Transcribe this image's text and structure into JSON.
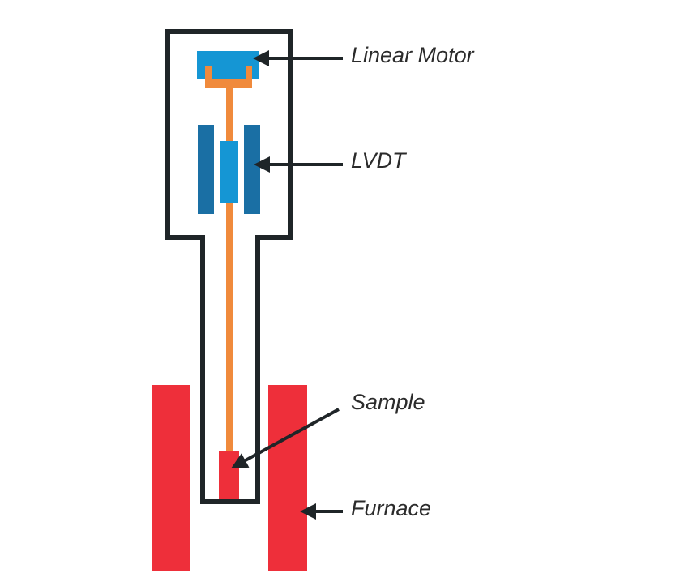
{
  "labels": {
    "linear_motor": "Linear Motor",
    "lvdt": "LVDT",
    "sample": "Sample",
    "furnace": "Furnace"
  },
  "colors": {
    "outline": "#1f2528",
    "motor_body": "#1596d4",
    "motor_bracket": "#f08a3c",
    "rod": "#f08a3c",
    "lvdt_coil": "#1a6fa4",
    "lvdt_core": "#1596d4",
    "sample": "#ee2f3a",
    "furnace": "#ee2f3a",
    "arrow": "#1f2528"
  }
}
